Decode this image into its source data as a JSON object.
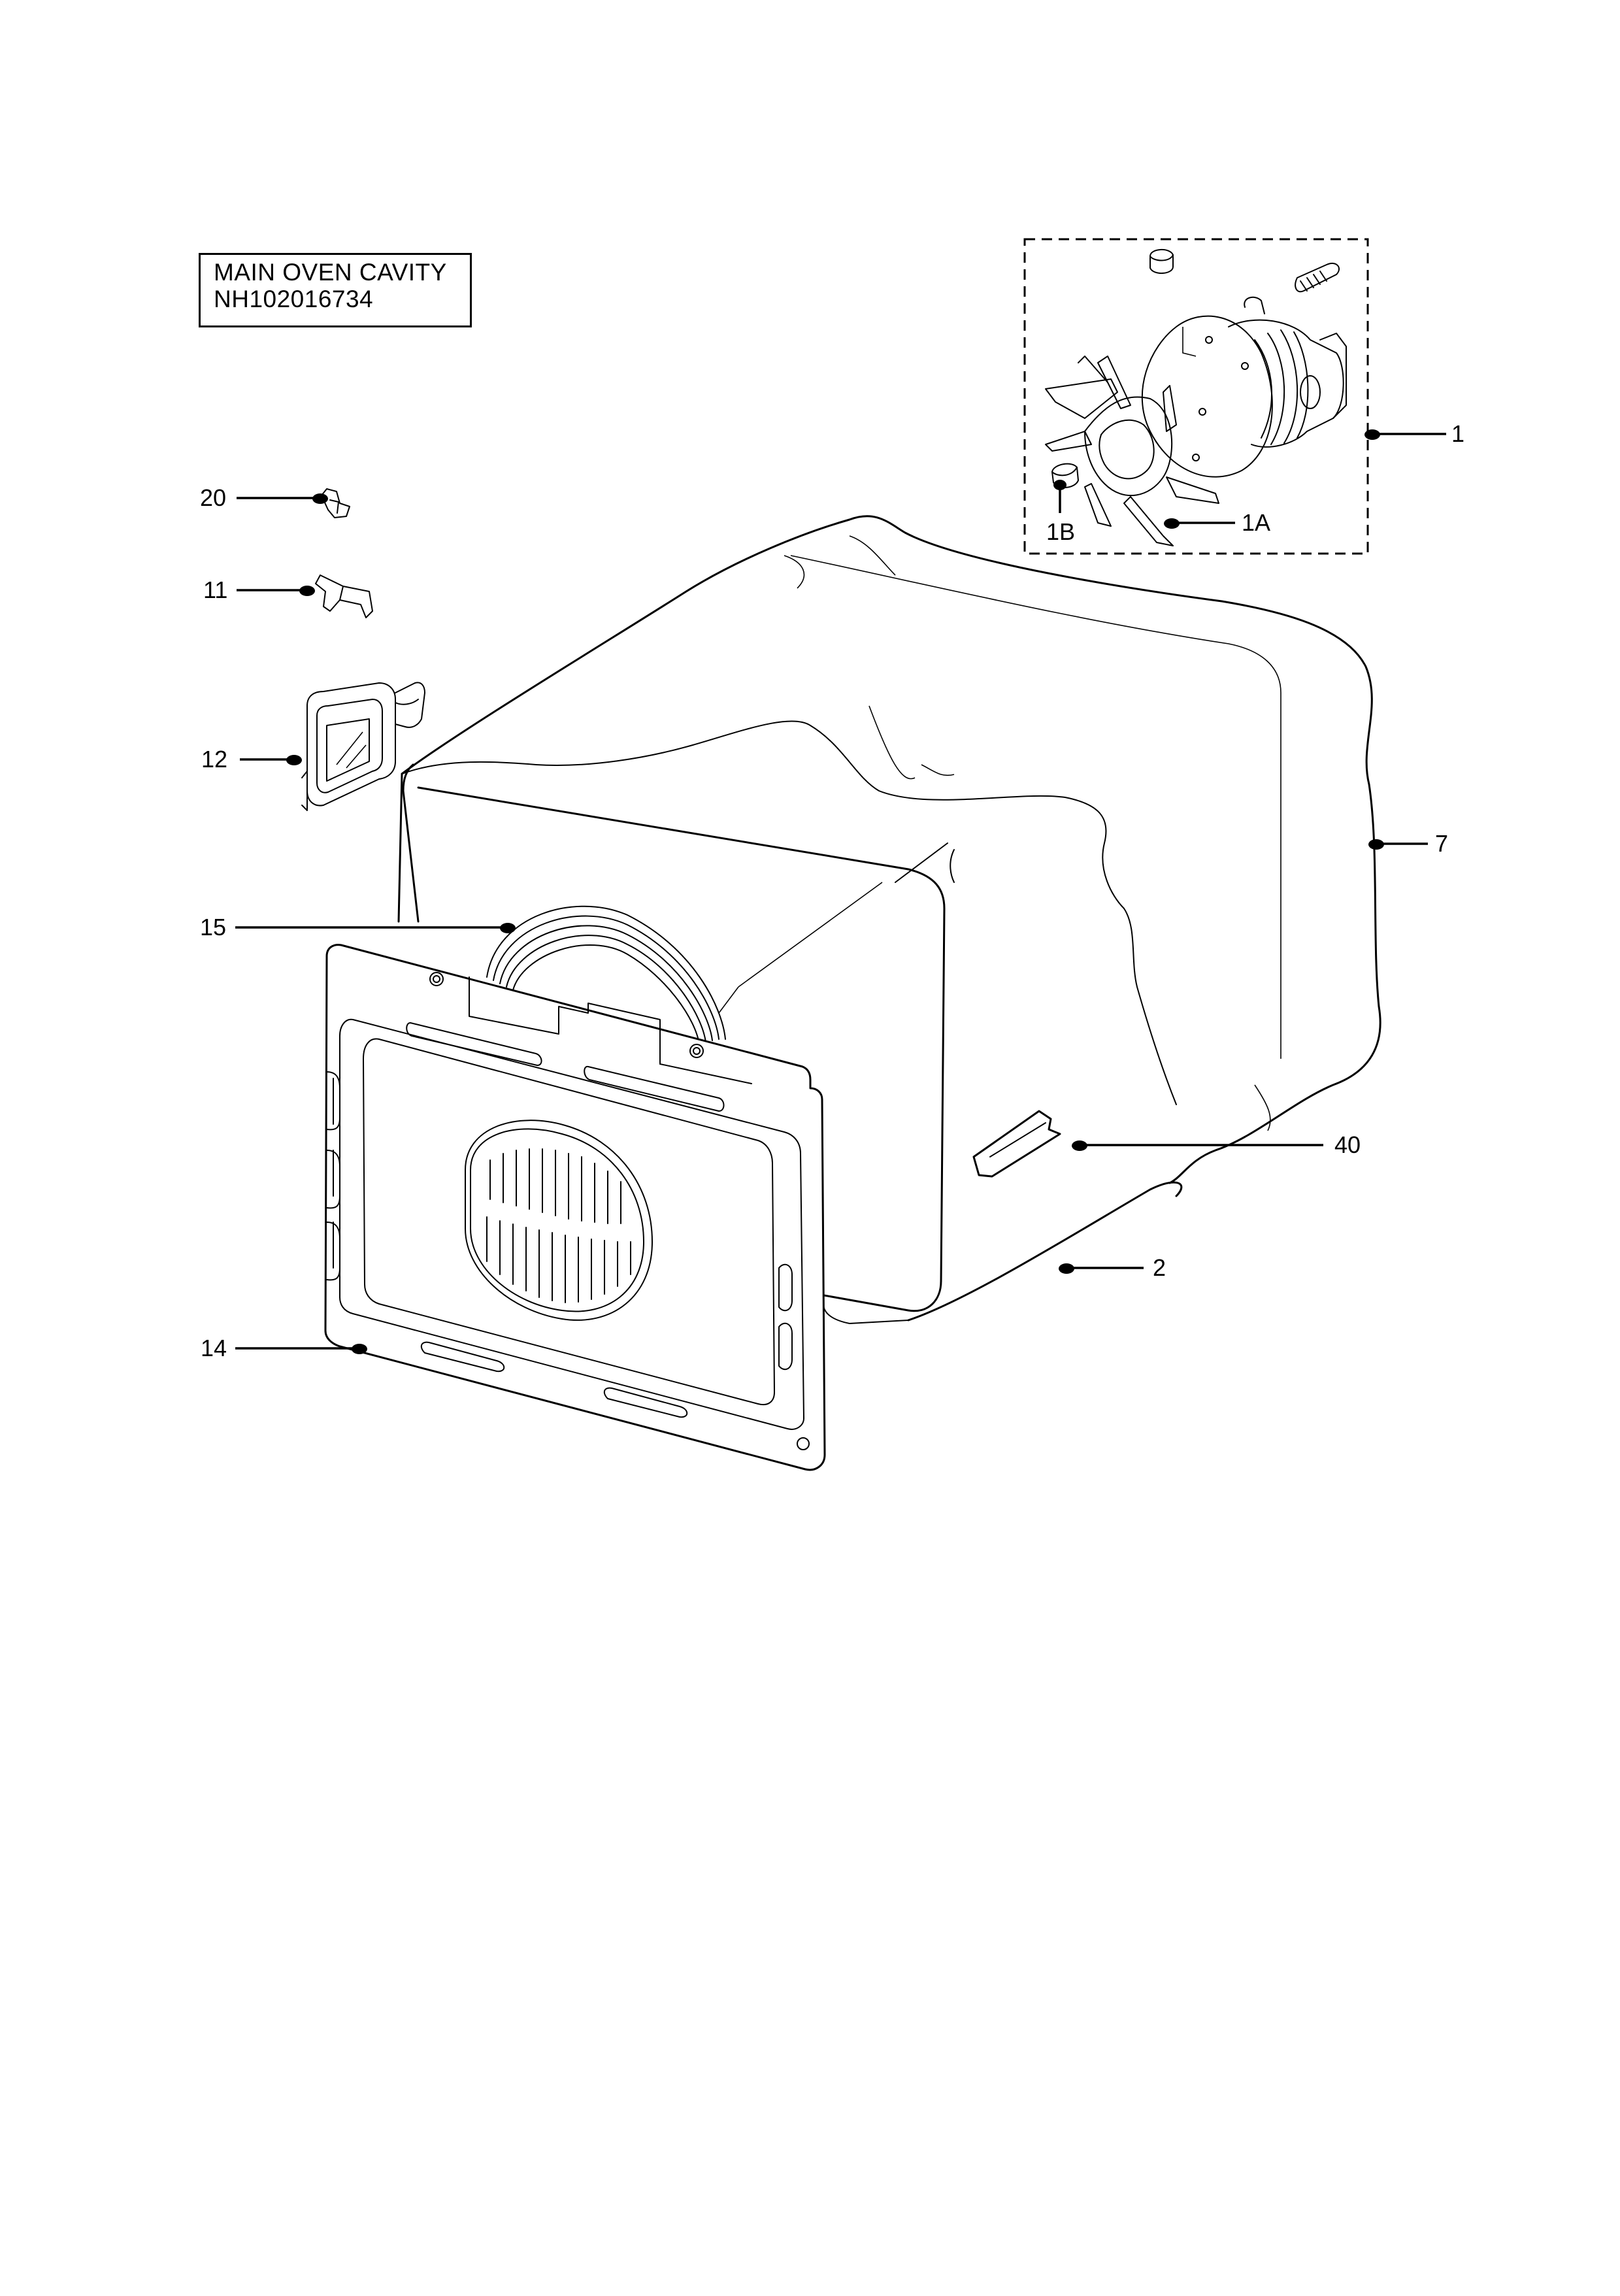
{
  "title": {
    "line1": "MAIN OVEN CAVITY",
    "line2": "NH102016734"
  },
  "callouts": {
    "c1": "1",
    "c1a": "1A",
    "c1b": "1B",
    "c2": "2",
    "c7": "7",
    "c11": "11",
    "c12": "12",
    "c14": "14",
    "c15": "15",
    "c20": "20",
    "c40": "40"
  },
  "parts": [
    {
      "ref": "1",
      "name": "fan-motor-assembly"
    },
    {
      "ref": "1A",
      "name": "fan-blade"
    },
    {
      "ref": "1B",
      "name": "fan-nut"
    },
    {
      "ref": "2",
      "name": "oven-cavity"
    },
    {
      "ref": "7",
      "name": "cavity-insulation"
    },
    {
      "ref": "11",
      "name": "bracket"
    },
    {
      "ref": "12",
      "name": "oven-lamp-assembly"
    },
    {
      "ref": "14",
      "name": "back-panel"
    },
    {
      "ref": "15",
      "name": "fan-element"
    },
    {
      "ref": "20",
      "name": "clip"
    },
    {
      "ref": "40",
      "name": "shelf-runner-support"
    }
  ]
}
